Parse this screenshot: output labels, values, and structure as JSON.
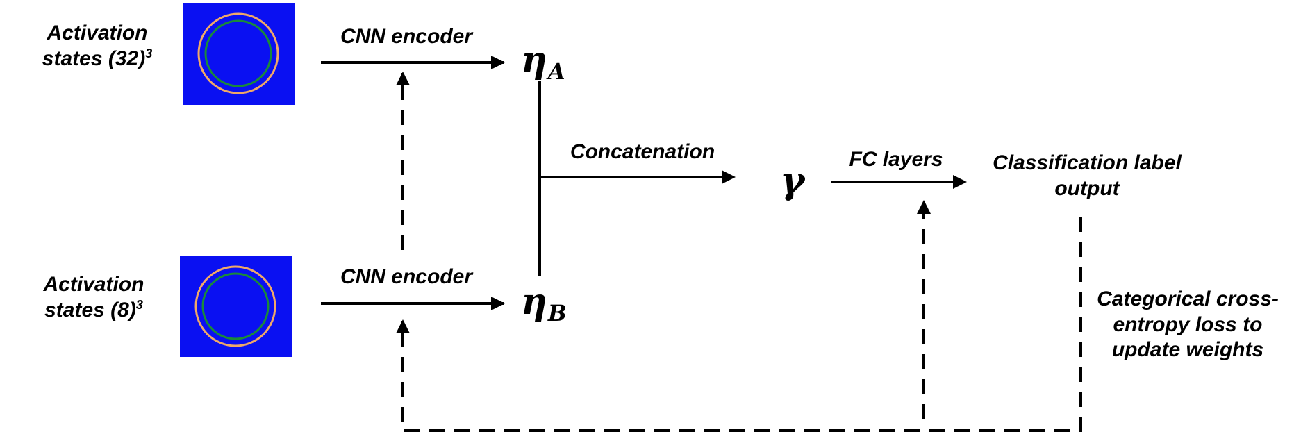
{
  "inputs": {
    "top": {
      "line1": "Activation",
      "line2": "states (32)",
      "exponent": "3"
    },
    "bottom": {
      "line1": "Activation",
      "line2": "states (8)",
      "exponent": "3"
    }
  },
  "encoders": {
    "top": "CNN encoder",
    "bottom": "CNN encoder"
  },
  "features": {
    "a": {
      "symbol": "η",
      "subscript": "A"
    },
    "b": {
      "symbol": "η",
      "subscript": "B"
    },
    "combined": {
      "symbol": "γ"
    }
  },
  "operations": {
    "concat": "Concatenation",
    "fc": "FC layers"
  },
  "output": {
    "line1": "Classification label",
    "line2": "output"
  },
  "loss": {
    "line1": "Categorical cross-",
    "line2": "entropy loss to",
    "line3": "update weights"
  },
  "colors": {
    "thumb_background": "#0a10f2",
    "ring_outer": "#f0a868",
    "ring_inner": "#1a8a3a",
    "lines": "#000000"
  }
}
